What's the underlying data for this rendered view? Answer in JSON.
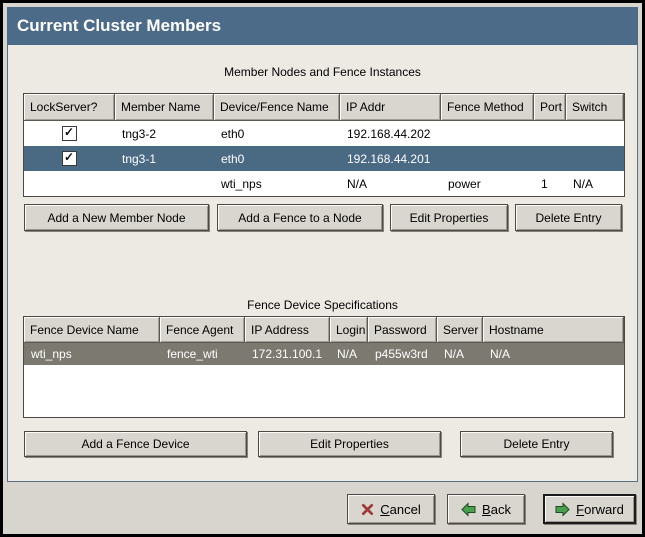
{
  "window": {
    "title": "Current Cluster Members"
  },
  "members": {
    "caption": "Member Nodes and Fence Instances",
    "columns": [
      "LockServer?",
      "Member Name",
      "Device/Fence Name",
      "IP Addr",
      "Fence Method",
      "Port",
      "Switch"
    ],
    "rows": [
      {
        "lockserver_checked": true,
        "selected": false,
        "cells": [
          "",
          "tng3-2",
          "eth0",
          "192.168.44.202",
          "",
          "",
          ""
        ]
      },
      {
        "lockserver_checked": true,
        "selected": true,
        "cells": [
          "",
          "tng3-1",
          "eth0",
          "192.168.44.201",
          "",
          "",
          ""
        ]
      },
      {
        "lockserver_checked": false,
        "selected": false,
        "cells": [
          "",
          "",
          "wti_nps",
          "N/A",
          "power",
          "1",
          "N/A"
        ]
      }
    ],
    "buttons": [
      "Add a New Member Node",
      "Add a Fence to a Node",
      "Edit Properties",
      "Delete Entry"
    ]
  },
  "fence_devices": {
    "caption": "Fence Device Specifications",
    "columns": [
      "Fence Device Name",
      "Fence Agent",
      "IP Address",
      "Login",
      "Password",
      "Server",
      "Hostname"
    ],
    "rows": [
      {
        "selected": true,
        "cells": [
          "wti_nps",
          "fence_wti",
          "172.31.100.1",
          "N/A",
          "p455w3rd",
          "N/A",
          "N/A"
        ]
      }
    ],
    "buttons": [
      "Add a Fence Device",
      "Edit Properties",
      "Delete Entry"
    ]
  },
  "footer": {
    "cancel": {
      "mnemonic": "C",
      "rest": "ancel"
    },
    "back": {
      "mnemonic": "B",
      "rest": "ack"
    },
    "forward": {
      "mnemonic": "F",
      "rest": "orward"
    }
  },
  "icons": {
    "cancel": "cancel-x-icon",
    "back": "arrow-left-icon",
    "forward": "arrow-right-icon"
  },
  "colors": {
    "titlebar": "#4b6b89",
    "selected_row_active": "#4a6983",
    "selected_row_inactive": "#7c7970",
    "cancel_icon": "#9e3a38",
    "arrow_icon": "#4aa04e",
    "background": "#d8d5ce",
    "panel": "#edeae4"
  }
}
